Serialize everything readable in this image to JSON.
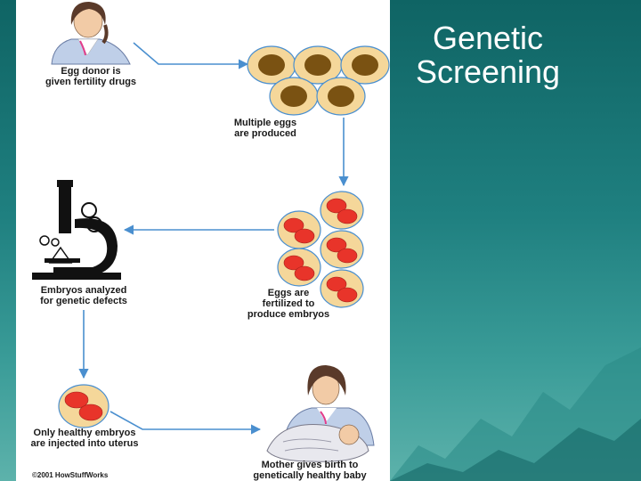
{
  "slide": {
    "title_line1": "Genetic",
    "title_line2": "Screening"
  },
  "diagram": {
    "step1": {
      "line1": "Egg donor is",
      "line2": "given fertility drugs"
    },
    "step2": {
      "line1": "Multiple eggs",
      "line2": "are produced"
    },
    "step3": {
      "line1": "Eggs are",
      "line2": "fertilized to",
      "line3": "produce embryos"
    },
    "step4": {
      "line1": "Embryos analyzed",
      "line2": "for genetic defects"
    },
    "step5": {
      "line1": "Only healthy embryos",
      "line2": "are injected into uterus"
    },
    "step6": {
      "line1": "Mother gives birth to",
      "line2": "genetically healthy baby"
    },
    "copyright": "©2001 HowStuffWorks",
    "colors": {
      "arrow": "#4a8fcf",
      "egg_fill": "#f5d79a",
      "egg_nucleus": "#7a5212",
      "embryo_cell": "#e8342a",
      "shirt": "#ffffff",
      "accent_pink": "#e23c8a"
    }
  }
}
